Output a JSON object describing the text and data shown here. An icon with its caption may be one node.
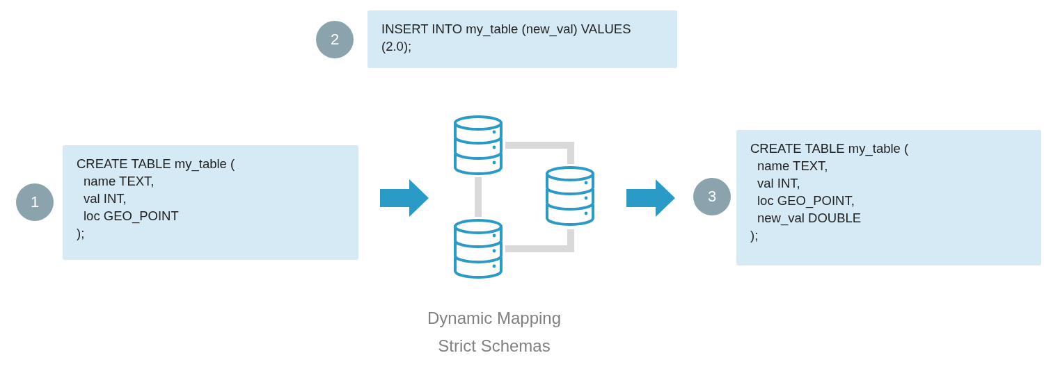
{
  "diagram": {
    "nodes": [
      {
        "text": [
          "1"
        ]
      },
      {
        "text": [
          "CREATE TABLE my_table (",
          "name TEXT,",
          "val INT,",
          "loc GEO_POINT",
          ");"
        ]
      },
      {
        "text": [
          "2"
        ]
      },
      {
        "text": [
          "INSERT INTO my_table (new_val) VALUES (2.0);"
        ]
      },
      {
        "text": [],
        "shape": "cylinder"
      },
      {
        "text": [],
        "shape": "cylinder"
      },
      {
        "text": [],
        "shape": "cylinder"
      },
      {
        "text": [
          "3"
        ]
      },
      {
        "text": [
          "CREATE TABLE my_table (",
          "name TEXT,",
          "val INT,",
          "loc GEO_POINT,",
          "new_val DOUBLE",
          ");"
        ]
      }
    ],
    "edges": [
      {
        "from": 1,
        "to": null,
        "arrow": "to",
        "style": "thick",
        "color": "#2a9bc7"
      },
      {
        "from": 4,
        "to": 5,
        "arrow": "none"
      },
      {
        "from": 4,
        "to": 6,
        "arrow": "none"
      },
      {
        "from": 5,
        "to": 6,
        "arrow": "none"
      },
      {
        "from": 6,
        "to": 7,
        "arrow": "to",
        "style": "thick",
        "color": "#2a9bc7"
      }
    ],
    "labels": [
      "Dynamic Mapping",
      "Strict Schemas"
    ]
  }
}
